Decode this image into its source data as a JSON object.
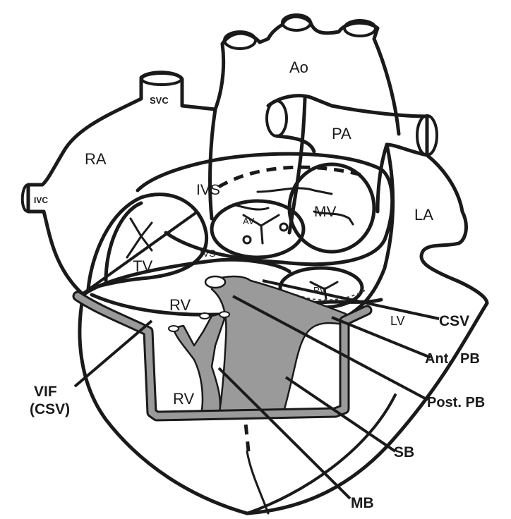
{
  "structures": {
    "ao": "Ao",
    "svc": "SVC",
    "pa": "PA",
    "ra": "RA",
    "ivc": "IVC",
    "ivs_upper": "IVS",
    "mv": "MV",
    "la": "LA",
    "av": "AV",
    "ivs_lower": "IVS",
    "tv": "TV",
    "pv": "PV",
    "rv_upper": "RV",
    "lv": "LV",
    "rv_lower": "RV"
  },
  "callouts": {
    "csv": "CSV",
    "ant_pb": "Ant.  PB",
    "post_pb": "Post. PB",
    "sb": "SB",
    "mb": "MB",
    "vif_line1": "VIF",
    "vif_line2": "(CSV)"
  }
}
